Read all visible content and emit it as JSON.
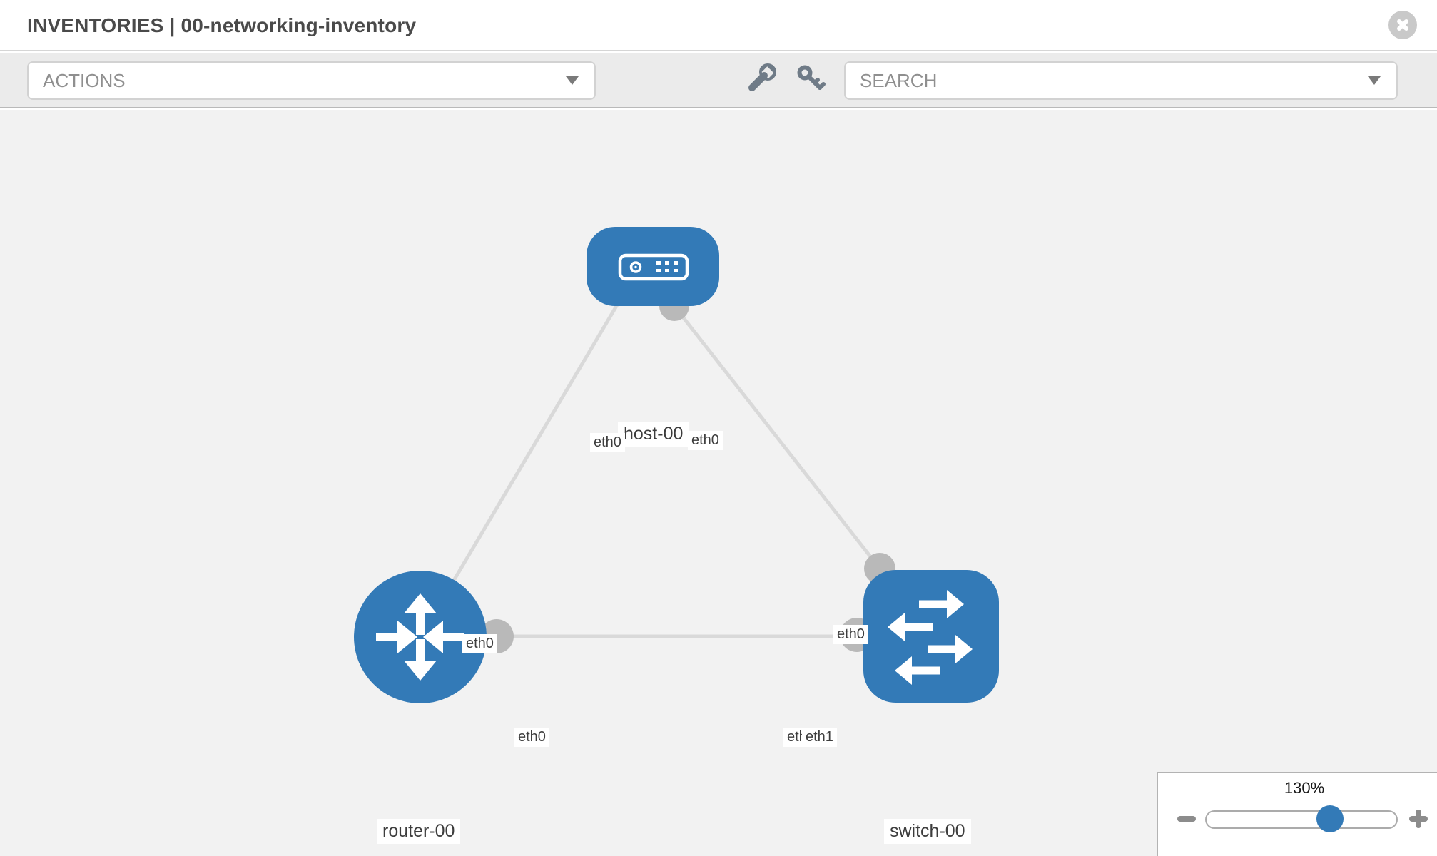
{
  "header": {
    "title": "INVENTORIES | 00-networking-inventory"
  },
  "toolbar": {
    "actions_label": "ACTIONS",
    "search_label": "SEARCH",
    "icons": [
      "wrench-icon",
      "key-icon"
    ]
  },
  "topology": {
    "nodes": [
      {
        "id": "host-00",
        "label": "host-00",
        "type": "host"
      },
      {
        "id": "router-00",
        "label": "router-00",
        "type": "router"
      },
      {
        "id": "switch-00",
        "label": "switch-00",
        "type": "switch"
      }
    ],
    "links": [
      {
        "from": "host-00",
        "to": "router-00",
        "from_label": "eth0",
        "to_label": "eth0"
      },
      {
        "from": "host-00",
        "to": "switch-00",
        "from_label": "eth0",
        "to_label": "eth0"
      },
      {
        "from": "router-00",
        "to": "switch-00",
        "from_label": "eth0",
        "to_label": "eth1",
        "to_label_hidden": "eth0"
      }
    ],
    "colors": {
      "node_fill": "#337ab7",
      "port_fill": "#b9b9b9",
      "link_stroke": "#d9d9d9"
    }
  },
  "zoom_panel": {
    "zoom_level": "130%"
  }
}
